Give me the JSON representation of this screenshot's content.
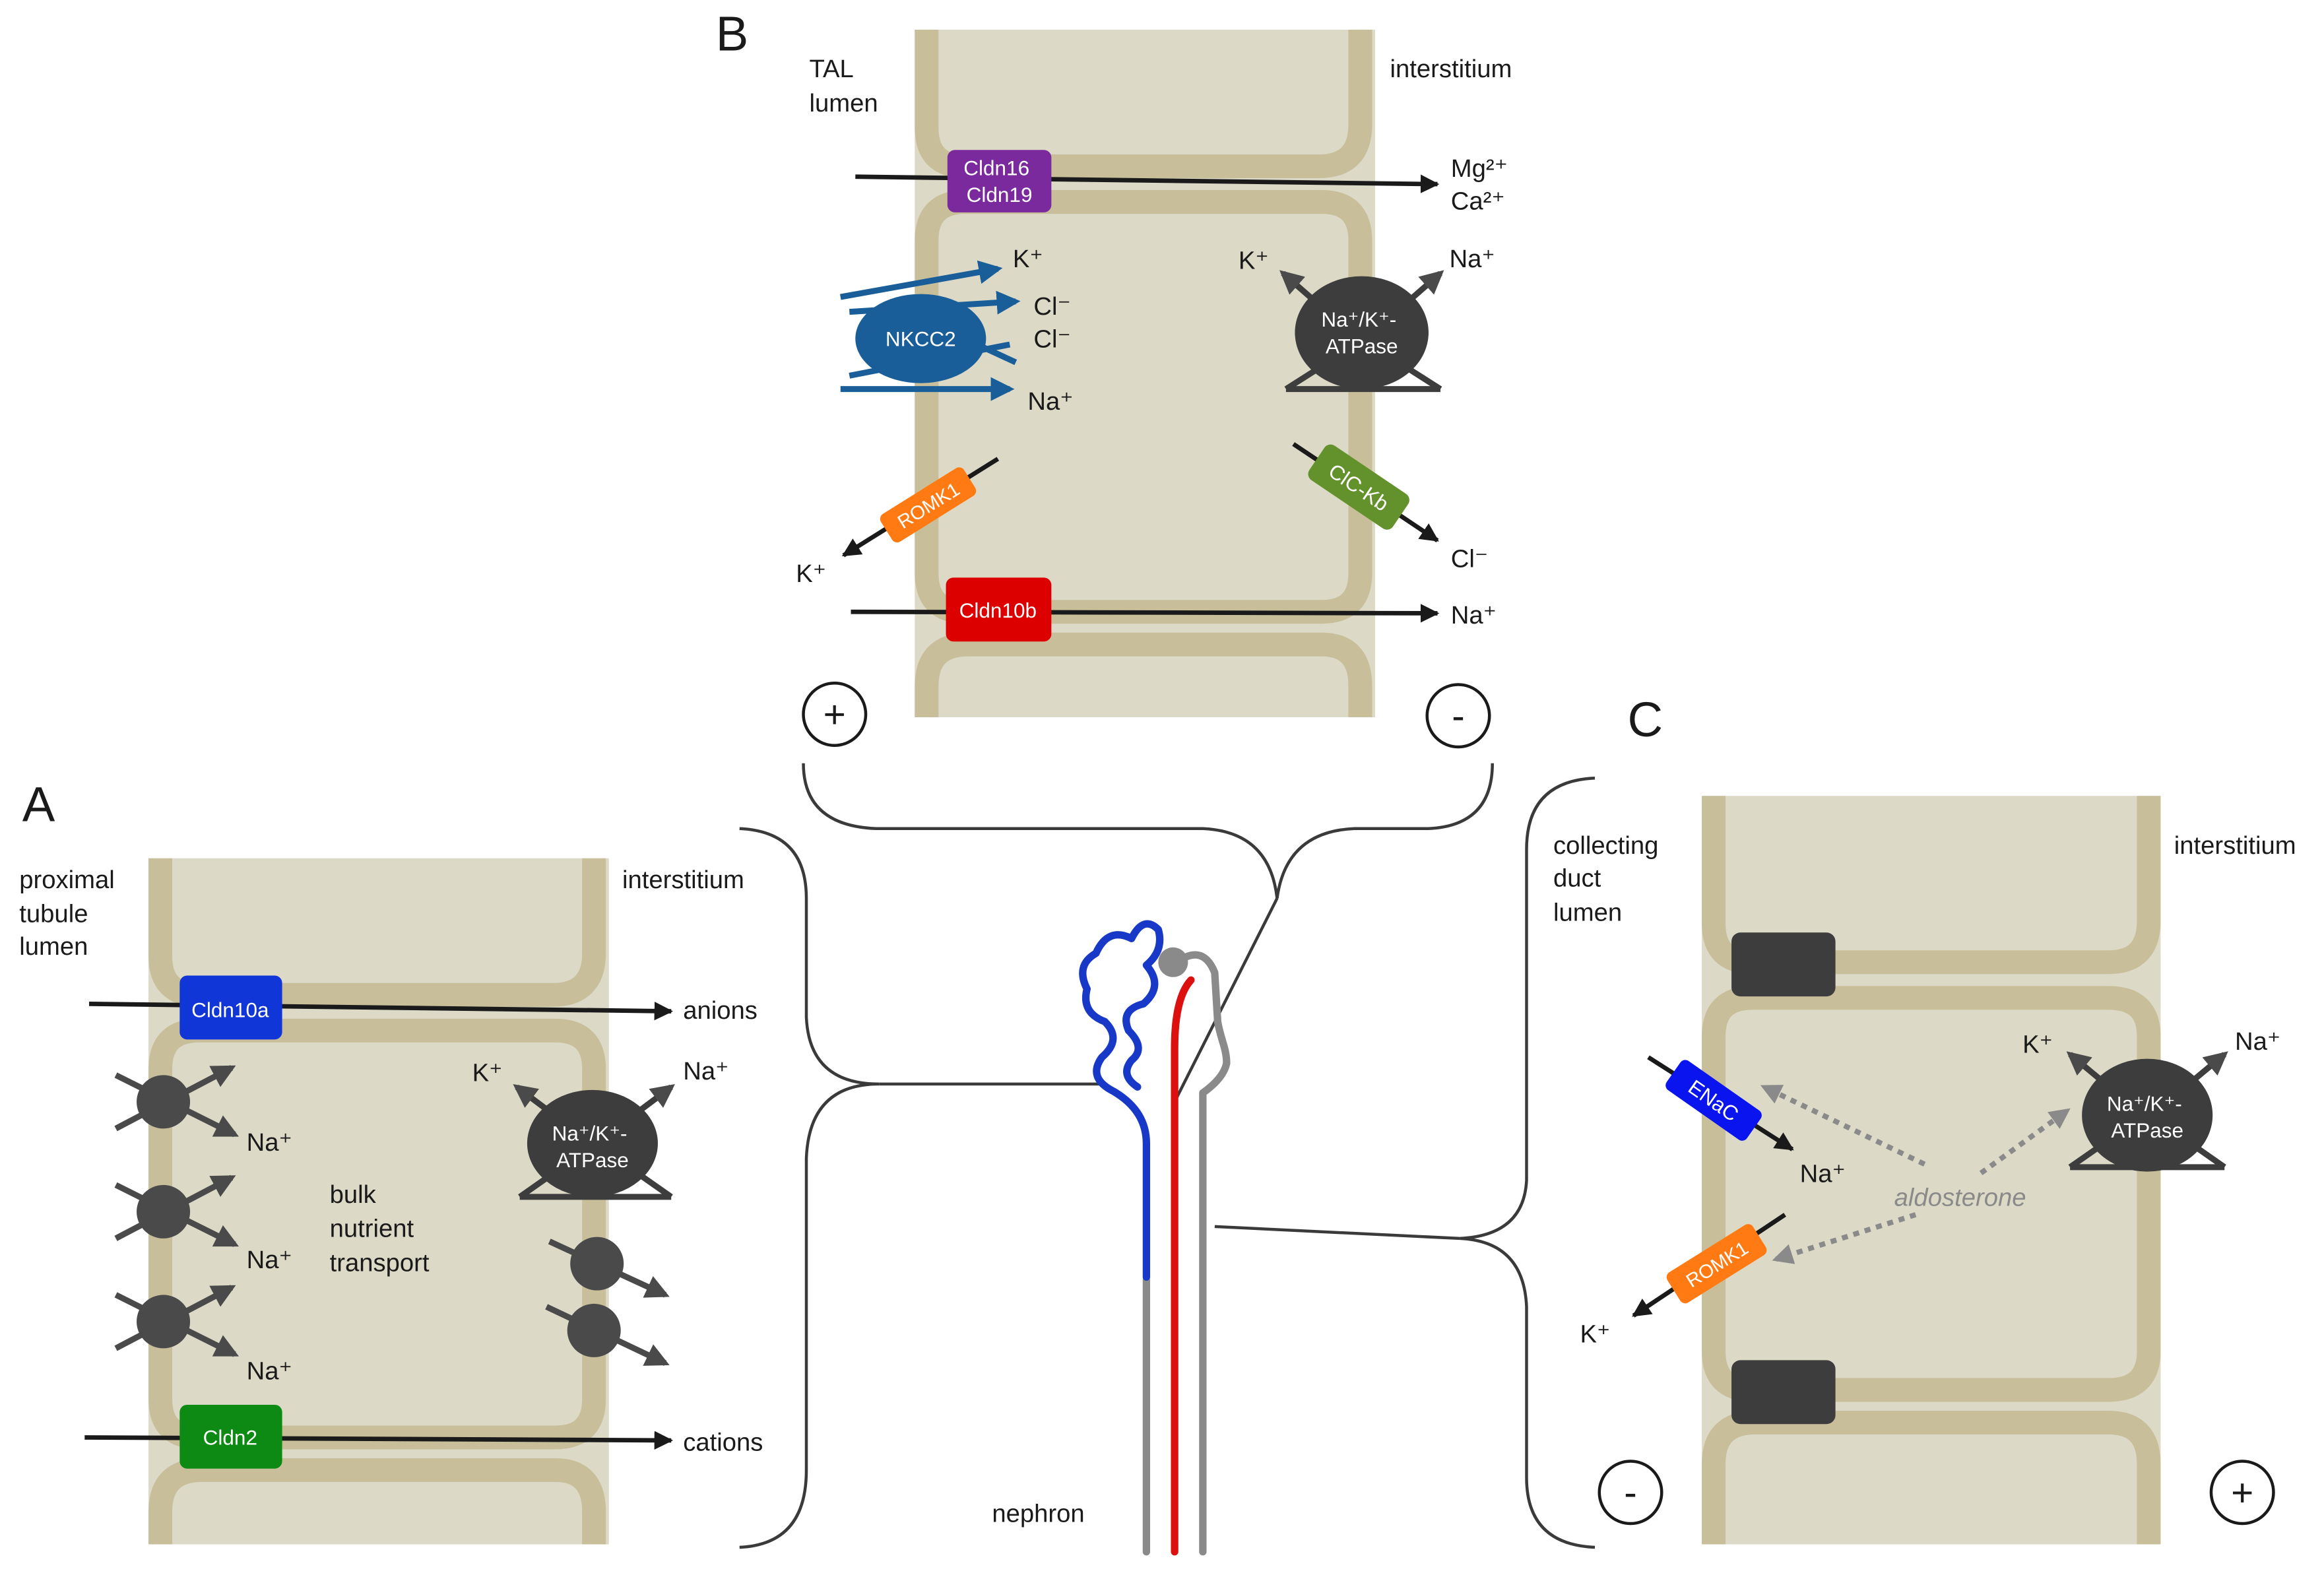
{
  "colors": {
    "cell_fill": "#dcd9c6",
    "cell_wall": "#c8bf9a",
    "dark": "#3d3d3d",
    "nkcc2": "#1a5e99",
    "cldn16_19": "#7a2a9c",
    "cldn10b": "#dd0000",
    "cldn10a": "#1036d8",
    "cldn2": "#0c8a14",
    "romk1": "#ff7a12",
    "clc_kb": "#63922c",
    "enac": "#0a14ee",
    "nephron_blue": "#1839c8",
    "nephron_red": "#dd1010",
    "nephron_gray": "#8a8a8a"
  },
  "panel_a": {
    "letter": "A",
    "lumen_label": [
      "proximal",
      "tubule",
      "lumen"
    ],
    "interstitium": "interstitium",
    "cldn10a": "Cldn10a",
    "anions": "anions",
    "cldn2": "Cldn2",
    "cations": "cations",
    "k_plus": "K⁺",
    "na_plus": "Na⁺",
    "pump": [
      "Na⁺/K⁺-",
      "ATPase"
    ],
    "na1": "Na⁺",
    "na2": "Na⁺",
    "na3": "Na⁺",
    "bulk": [
      "bulk",
      "nutrient",
      "transport"
    ]
  },
  "panel_b": {
    "letter": "B",
    "lumen_label": [
      "TAL",
      "lumen"
    ],
    "interstitium": "interstitium",
    "cldn16_19": [
      "Cldn16",
      "Cldn19"
    ],
    "mg": "Mg²⁺",
    "ca": "Ca²⁺",
    "nkcc2": "NKCC2",
    "k_plus": "K⁺",
    "cl1": "Cl⁻",
    "cl2": "Cl⁻",
    "na_plus": "Na⁺",
    "pump_k": "K⁺",
    "pump_na": "Na⁺",
    "pump": [
      "Na⁺/K⁺-",
      "ATPase"
    ],
    "romk1": "ROMK1",
    "romk_k": "K⁺",
    "clc_kb": "ClC-Kb",
    "clc_cl": "Cl⁻",
    "cldn10b": "Cldn10b",
    "cldn10b_na": "Na⁺",
    "plus": "+",
    "minus": "-"
  },
  "panel_c": {
    "letter": "C",
    "lumen_label": [
      "collecting",
      "duct",
      "lumen"
    ],
    "interstitium": "interstitium",
    "enac": "ENaC",
    "enac_na": "Na⁺",
    "romk1": "ROMK1",
    "romk_k": "K⁺",
    "aldosterone": "aldosterone",
    "pump_k": "K⁺",
    "pump_na": "Na⁺",
    "pump": [
      "Na⁺/K⁺-",
      "ATPase"
    ],
    "minus": "-",
    "plus": "+"
  },
  "nephron": {
    "label": "nephron"
  }
}
